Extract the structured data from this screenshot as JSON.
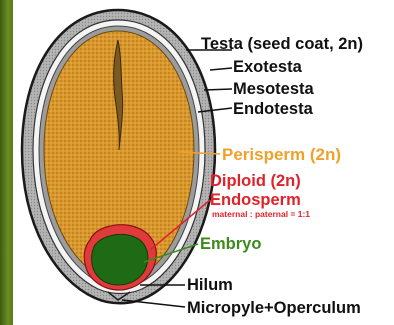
{
  "labels": {
    "testa": "Testa (seed coat, 2n)",
    "exotesta": "Exotesta",
    "mesotesta": "Mesotesta",
    "endotesta": "Endotesta",
    "perisperm": "Perisperm (2n)",
    "diploid": "Diploid (2n)",
    "endosperm": "Endosperm",
    "ratio": "maternal : paternal = 1:1",
    "embryo": "Embryo",
    "hilum": "Hilum",
    "micropyle": "Micropyle+Operculum"
  },
  "colors": {
    "sidebar": "#5a7d1c",
    "seed_coat": "#a9a9a9",
    "perisperm": "#d99a2e",
    "endosperm": "#e03a3a",
    "embryo": "#1f6b15",
    "black_label": "#111111",
    "orange_label": "#f0a12b",
    "red_label": "#e0222a",
    "green_label": "#3d8a1e"
  }
}
